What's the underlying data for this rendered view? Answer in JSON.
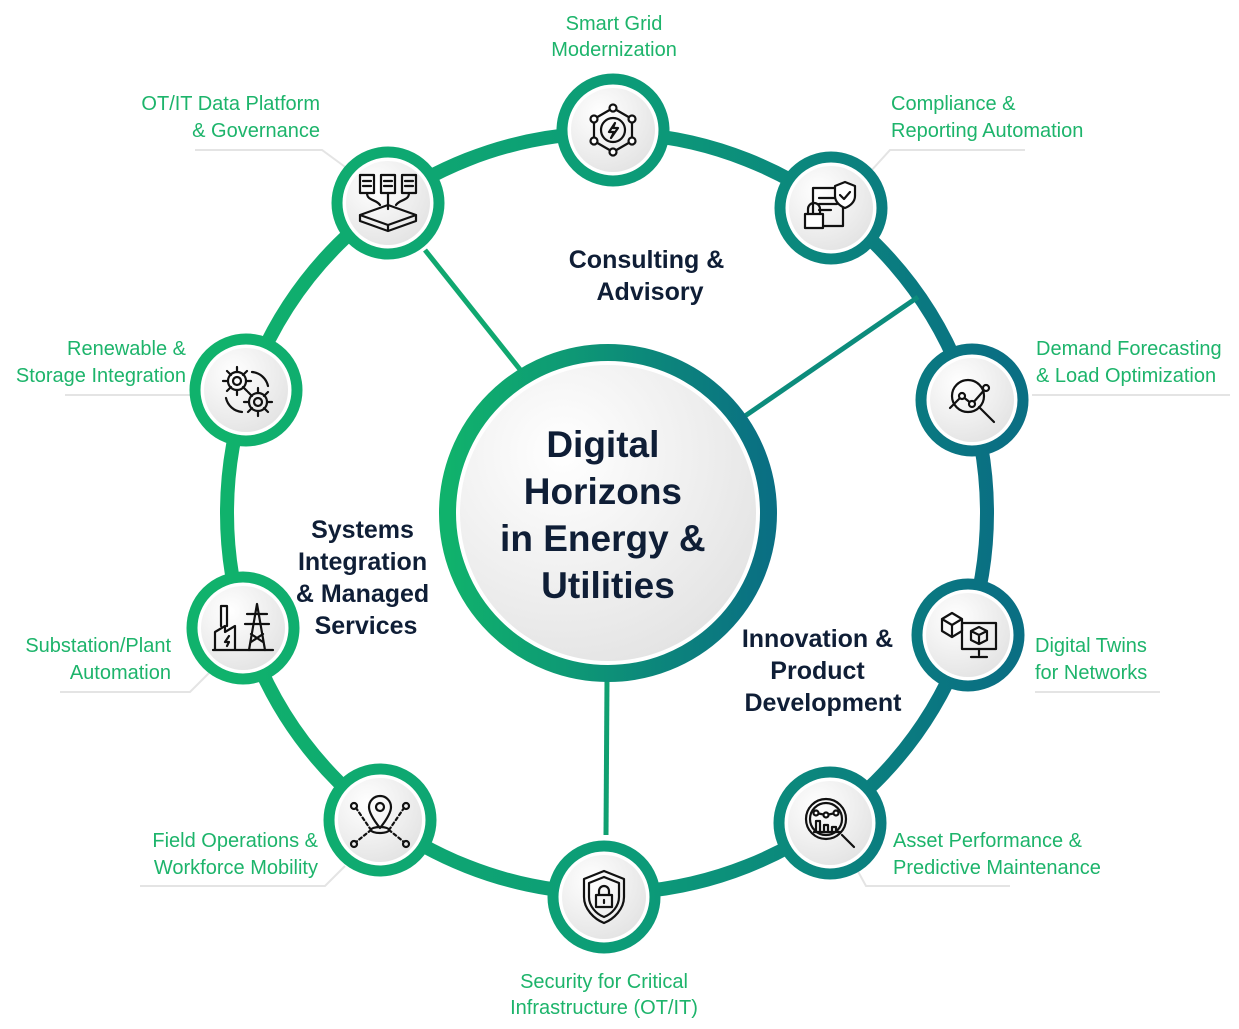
{
  "title": {
    "lines": [
      "Digital",
      "Horizons",
      "in Energy &",
      "Utilities"
    ]
  },
  "sectors": {
    "consulting": [
      "Consulting &",
      "Advisory"
    ],
    "systems": [
      "Systems",
      "Integration",
      "& Managed",
      "Services"
    ],
    "innovation": [
      "Innovation &",
      "Product",
      "Development"
    ]
  },
  "nodes": [
    {
      "id": "smart-grid",
      "icon": "grid-network-bolt-icon",
      "label": [
        "Smart Grid",
        "Modernization"
      ]
    },
    {
      "id": "compliance",
      "icon": "document-shield-lock-icon",
      "label": [
        "Compliance &",
        "Reporting Automation"
      ]
    },
    {
      "id": "demand",
      "icon": "analytics-magnifier-icon",
      "label": [
        "Demand Forecasting",
        "& Load Optimization"
      ]
    },
    {
      "id": "digital-twins",
      "icon": "cube-monitor-icon",
      "label": [
        "Digital Twins",
        "for Networks"
      ]
    },
    {
      "id": "asset",
      "icon": "chart-magnifier-icon",
      "label": [
        "Asset Performance &",
        "Predictive Maintenance"
      ]
    },
    {
      "id": "security",
      "icon": "shield-lock-icon",
      "label": [
        "Security for Critical",
        "Infrastructure (OT/IT)"
      ]
    },
    {
      "id": "field",
      "icon": "location-pin-network-icon",
      "label": [
        "Field Operations &",
        "Workforce Mobility"
      ]
    },
    {
      "id": "substation",
      "icon": "power-plant-tower-icon",
      "label": [
        "Substation/Plant",
        "Automation"
      ]
    },
    {
      "id": "renewable",
      "icon": "gears-icon",
      "label": [
        "Renewable &",
        "Storage Integration"
      ]
    },
    {
      "id": "otit",
      "icon": "documents-to-platform-icon",
      "label": [
        "OT/IT Data Platform",
        "& Governance"
      ]
    }
  ],
  "colors": {
    "green": "#10b26c",
    "teal": "#0a6f83",
    "label": "#1db46b",
    "text": "#0f1e36"
  }
}
